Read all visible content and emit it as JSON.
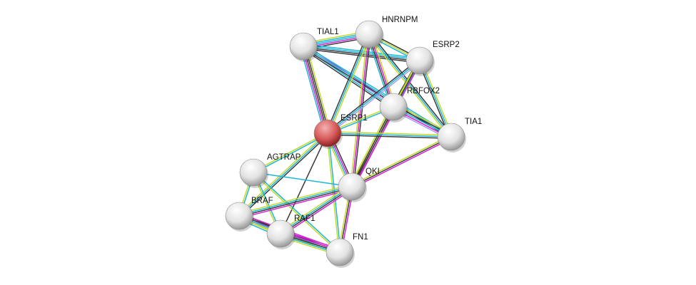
{
  "network": {
    "query_node": "ESRP1",
    "query_color": "#d9534f",
    "nodes": [
      "TIAL1",
      "HNRNPM",
      "ESRP2",
      "RBFOX2",
      "ESRP1",
      "TIA1",
      "AGTRAP",
      "QKI",
      "BRAF",
      "RAF1",
      "FN1"
    ],
    "evidence_colors": {
      "y": "#c5d92b",
      "c": "#1eb6d6",
      "k": "#3a3a3a",
      "m": "#d61fd6",
      "l": "#a7a0f2"
    },
    "edges": [
      [
        "TIAL1",
        "HNRNPM",
        "yccmk"
      ],
      [
        "TIAL1",
        "ESRP2",
        "cckk"
      ],
      [
        "TIAL1",
        "RBFOX2",
        "mlck"
      ],
      [
        "TIAL1",
        "TIA1",
        "cck"
      ],
      [
        "TIAL1",
        "ESRP1",
        "ykkmc"
      ],
      [
        "HNRNPM",
        "ESRP2",
        "kyc"
      ],
      [
        "HNRNPM",
        "RBFOX2",
        "ymkc"
      ],
      [
        "HNRNPM",
        "TIA1",
        "kcy"
      ],
      [
        "HNRNPM",
        "ESRP1",
        "yck"
      ],
      [
        "HNRNPM",
        "QKI",
        "kmy"
      ],
      [
        "ESRP2",
        "RBFOX2",
        "cyk"
      ],
      [
        "ESRP2",
        "ESRP1",
        "lck"
      ],
      [
        "ESRP2",
        "TIA1",
        "yck"
      ],
      [
        "ESRP2",
        "QKI",
        "mky"
      ],
      [
        "RBFOX2",
        "ESRP1",
        "cy"
      ],
      [
        "RBFOX2",
        "TIA1",
        "ykcml"
      ],
      [
        "RBFOX2",
        "QKI",
        "mkky"
      ],
      [
        "ESRP1",
        "TIA1",
        "yck"
      ],
      [
        "ESRP1",
        "AGTRAP",
        "cy"
      ],
      [
        "ESRP1",
        "QKI",
        "kmcy"
      ],
      [
        "ESRP1",
        "BRAF",
        "kcy"
      ],
      [
        "ESRP1",
        "RAF1",
        "k"
      ],
      [
        "ESRP1",
        "FN1",
        "cy"
      ],
      [
        "TIA1",
        "QKI",
        "mky"
      ],
      [
        "AGTRAP",
        "QKI",
        "c"
      ],
      [
        "AGTRAP",
        "BRAF",
        "cy"
      ],
      [
        "AGTRAP",
        "RAF1",
        "cy"
      ],
      [
        "AGTRAP",
        "FN1",
        "cy"
      ],
      [
        "QKI",
        "BRAF",
        "mkcy"
      ],
      [
        "QKI",
        "RAF1",
        "mkcy"
      ],
      [
        "QKI",
        "FN1",
        "mky"
      ],
      [
        "BRAF",
        "RAF1",
        "kmlyc"
      ],
      [
        "BRAF",
        "FN1",
        "mkcy"
      ],
      [
        "RAF1",
        "FN1",
        "mmkcy"
      ]
    ]
  }
}
